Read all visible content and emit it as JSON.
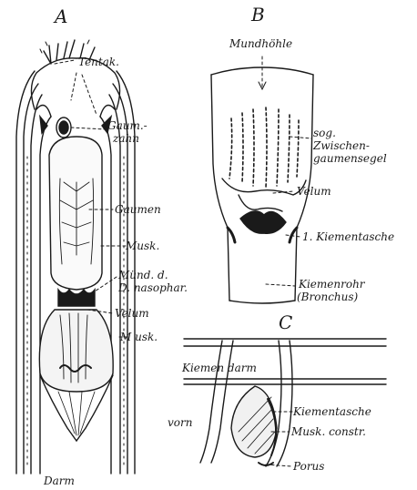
{
  "panels": {
    "a": "A",
    "b": "B",
    "c": "C"
  },
  "panel_a": {
    "tentakel": "Tentak.",
    "gaumenzahn_1": "Gaum.-",
    "gaumenzahn_2": "zahn",
    "gaumen": "Gaumen",
    "musk_1": "Musk.",
    "muend_1": "Münd. d.",
    "muend_2": "D. nasophar.",
    "velum": "Velum",
    "musk_2": "M usk.",
    "darm": "Darm"
  },
  "panel_b": {
    "mundhoehle": "Mundhöhle",
    "sog_1": "sog.",
    "sog_2": "Zwischen-",
    "sog_3": "gaumensegel",
    "velum": "Velum",
    "kiementasche": "1. Kiementasche",
    "kiemenrohr_1": "Kiemenrohr",
    "kiemenrohr_2": "(Bronchus)"
  },
  "panel_c": {
    "kiemendarm": "Kiemen darm",
    "vorn": "vorn",
    "kiementasche": "Kiementasche",
    "musk_constr": "Musk. constr.",
    "porus": "Porus"
  }
}
